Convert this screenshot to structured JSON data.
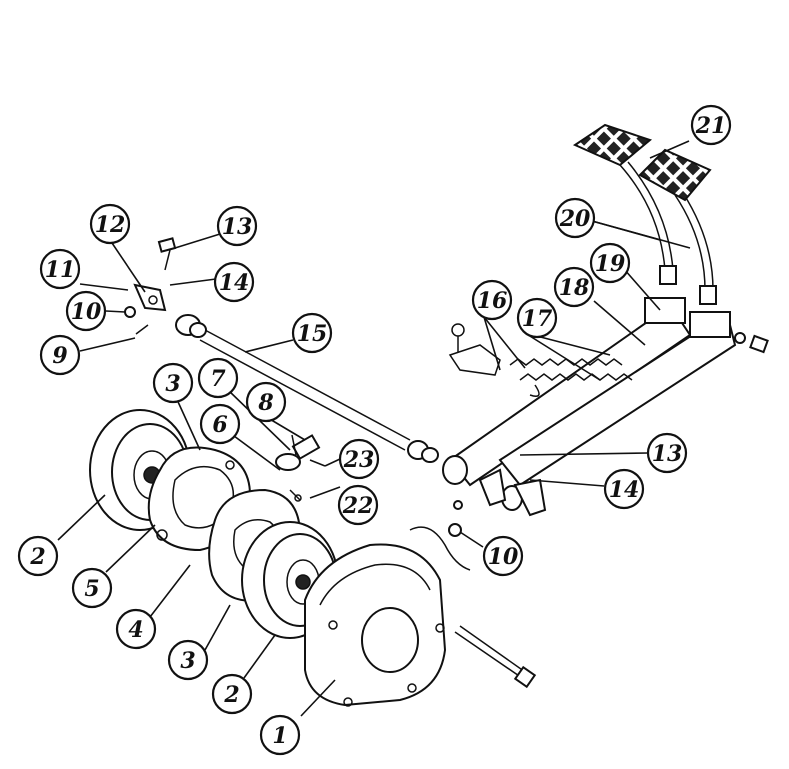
{
  "diagram": {
    "callouts": [
      {
        "id": "c1",
        "label": "1"
      },
      {
        "id": "c2a",
        "label": "2"
      },
      {
        "id": "c2b",
        "label": "2"
      },
      {
        "id": "c3a",
        "label": "3"
      },
      {
        "id": "c3b",
        "label": "3"
      },
      {
        "id": "c4",
        "label": "4"
      },
      {
        "id": "c5",
        "label": "5"
      },
      {
        "id": "c6",
        "label": "6"
      },
      {
        "id": "c7",
        "label": "7"
      },
      {
        "id": "c8",
        "label": "8"
      },
      {
        "id": "c9",
        "label": "9"
      },
      {
        "id": "c10a",
        "label": "10"
      },
      {
        "id": "c10b",
        "label": "10"
      },
      {
        "id": "c11",
        "label": "11"
      },
      {
        "id": "c12",
        "label": "12"
      },
      {
        "id": "c13a",
        "label": "13"
      },
      {
        "id": "c13b",
        "label": "13"
      },
      {
        "id": "c14a",
        "label": "14"
      },
      {
        "id": "c14b",
        "label": "14"
      },
      {
        "id": "c15",
        "label": "15"
      },
      {
        "id": "c16",
        "label": "16"
      },
      {
        "id": "c17",
        "label": "17"
      },
      {
        "id": "c18",
        "label": "18"
      },
      {
        "id": "c19",
        "label": "19"
      },
      {
        "id": "c20",
        "label": "20"
      },
      {
        "id": "c21",
        "label": "21"
      },
      {
        "id": "c22",
        "label": "22"
      },
      {
        "id": "c23",
        "label": "23"
      }
    ]
  }
}
